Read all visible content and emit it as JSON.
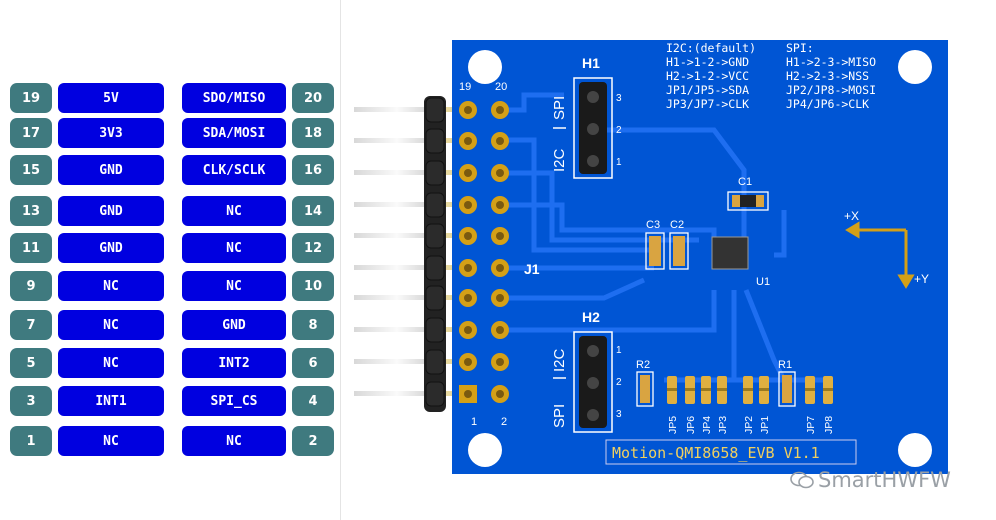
{
  "pinout": {
    "rows": [
      {
        "left_num": "19",
        "left_label": "5V",
        "right_label": "SDO/MISO",
        "right_num": "20"
      },
      {
        "left_num": "17",
        "left_label": "3V3",
        "right_label": "SDA/MOSI",
        "right_num": "18"
      },
      {
        "left_num": "15",
        "left_label": "GND",
        "right_label": "CLK/SCLK",
        "right_num": "16"
      },
      {
        "left_num": "13",
        "left_label": "GND",
        "right_label": "NC",
        "right_num": "14"
      },
      {
        "left_num": "11",
        "left_label": "GND",
        "right_label": "NC",
        "right_num": "12"
      },
      {
        "left_num": "9",
        "left_label": "NC",
        "right_label": "NC",
        "right_num": "10"
      },
      {
        "left_num": "7",
        "left_label": "NC",
        "right_label": "GND",
        "right_num": "8"
      },
      {
        "left_num": "5",
        "left_label": "NC",
        "right_label": "INT2",
        "right_num": "6"
      },
      {
        "left_num": "3",
        "left_label": "INT1",
        "right_label": "SPI_CS",
        "right_num": "4"
      },
      {
        "left_num": "1",
        "left_label": "NC",
        "right_label": "NC",
        "right_num": "2"
      }
    ]
  },
  "board": {
    "h1_label": "H1",
    "h2_label": "H2",
    "j1_label": "J1",
    "u1_label": "U1",
    "c1": "C1",
    "c2": "C2",
    "c3": "C3",
    "r1": "R1",
    "r2": "R2",
    "pin19": "19",
    "pin20": "20",
    "pin1": "1",
    "pin2": "2",
    "h1_pin1": "1",
    "h1_pin2": "2",
    "h1_pin3": "3",
    "h2_pin1": "1",
    "h2_pin2": "2",
    "h2_pin3": "3",
    "h1_spi": "SPI",
    "h1_i2c": "I2C",
    "h2_spi": "SPI",
    "h2_i2c": "I2C",
    "i2c_notes": [
      "I2C:(default)",
      "H1->1-2->GND",
      "H2->1-2->VCC",
      "JP1/JP5->SDA",
      "JP3/JP7->CLK"
    ],
    "spi_notes": [
      "SPI:",
      "H1->2-3->MISO",
      "H2->2-3->NSS",
      "JP2/JP8->MOSI",
      "JP4/JP6->CLK"
    ],
    "jumpers": [
      "JP5",
      "JP6",
      "JP4",
      "JP3",
      "JP2",
      "JP1",
      "JP7",
      "JP8"
    ],
    "axis_x": "+X",
    "axis_y": "+Y",
    "title": "Motion-QMI8658_EVB V1.1"
  },
  "watermark": "SmartHWFW",
  "colors": {
    "pcb": "#0055d4",
    "pin_number": "#3f7a7f",
    "pin_label": "#0000e0",
    "gold": "#d4a017"
  }
}
